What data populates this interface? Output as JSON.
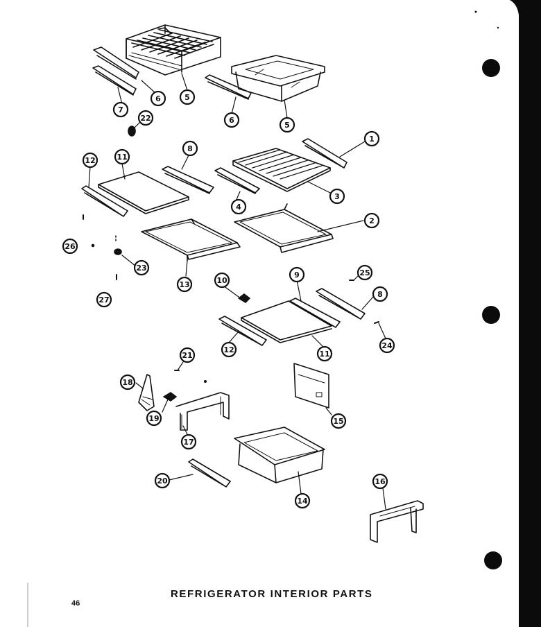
{
  "caption": "REFRIGERATOR INTERIOR PARTS",
  "page_number": "46",
  "callouts": [
    "6",
    "5",
    "7",
    "6",
    "5",
    "22",
    "8",
    "11",
    "12",
    "1",
    "3",
    "4",
    "2",
    "26",
    "23",
    "13",
    "27",
    "10",
    "9",
    "25",
    "8",
    "12",
    "11",
    "24",
    "21",
    "18",
    "19",
    "17",
    "15",
    "20",
    "14",
    "16"
  ],
  "colors": {
    "ink": "#111111",
    "paper": "#ffffff"
  }
}
